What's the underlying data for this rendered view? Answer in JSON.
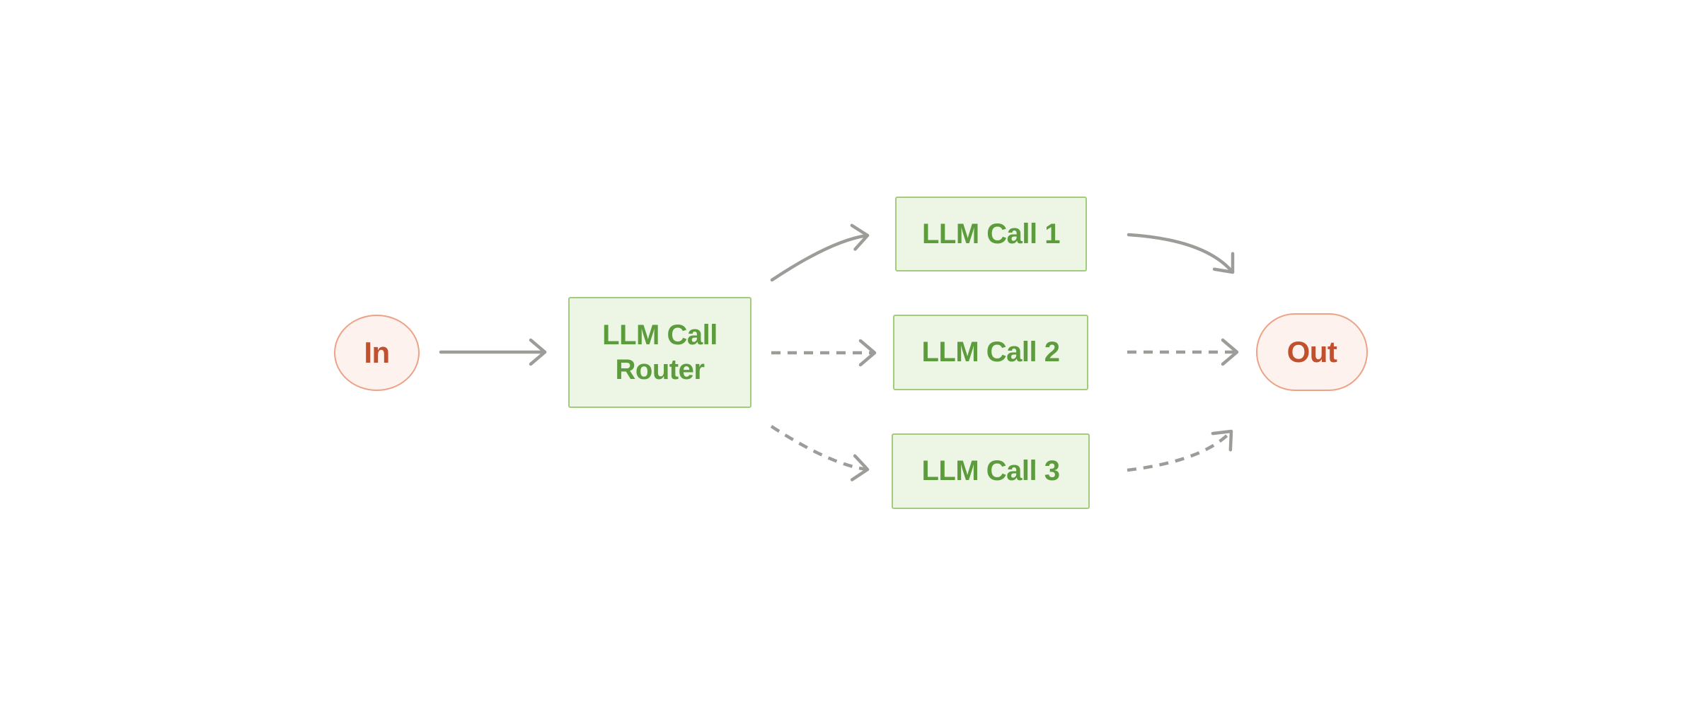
{
  "diagram": {
    "type": "flow-diagram",
    "background": "#ffffff",
    "nodes": {
      "in": {
        "label": "In",
        "shape": "circle",
        "role": "input-terminal"
      },
      "router": {
        "label": "LLM Call Router",
        "shape": "rectangle",
        "role": "router"
      },
      "call1": {
        "label": "LLM Call 1",
        "shape": "rectangle",
        "role": "llm-call"
      },
      "call2": {
        "label": "LLM Call 2",
        "shape": "rectangle",
        "role": "llm-call"
      },
      "call3": {
        "label": "LLM Call 3",
        "shape": "rectangle",
        "role": "llm-call"
      },
      "out": {
        "label": "Out",
        "shape": "pill",
        "role": "output-terminal"
      }
    },
    "edges": [
      {
        "from": "in",
        "to": "router",
        "style": "solid",
        "curve": "straight"
      },
      {
        "from": "router",
        "to": "call1",
        "style": "solid",
        "curve": "curved-up"
      },
      {
        "from": "router",
        "to": "call2",
        "style": "dashed",
        "curve": "straight"
      },
      {
        "from": "router",
        "to": "call3",
        "style": "dashed",
        "curve": "curved-down"
      },
      {
        "from": "call1",
        "to": "out",
        "style": "solid",
        "curve": "curved-down"
      },
      {
        "from": "call2",
        "to": "out",
        "style": "dashed",
        "curve": "straight"
      },
      {
        "from": "call3",
        "to": "out",
        "style": "dashed",
        "curve": "curved-up"
      }
    ],
    "colors": {
      "box_fill": "#edf5e5",
      "box_border": "#a3cb7e",
      "box_text": "#5d9c3d",
      "terminal_fill": "#fdf2ee",
      "terminal_border": "#eda287",
      "terminal_text": "#c1502e",
      "arrow": "#9c9c98"
    }
  }
}
